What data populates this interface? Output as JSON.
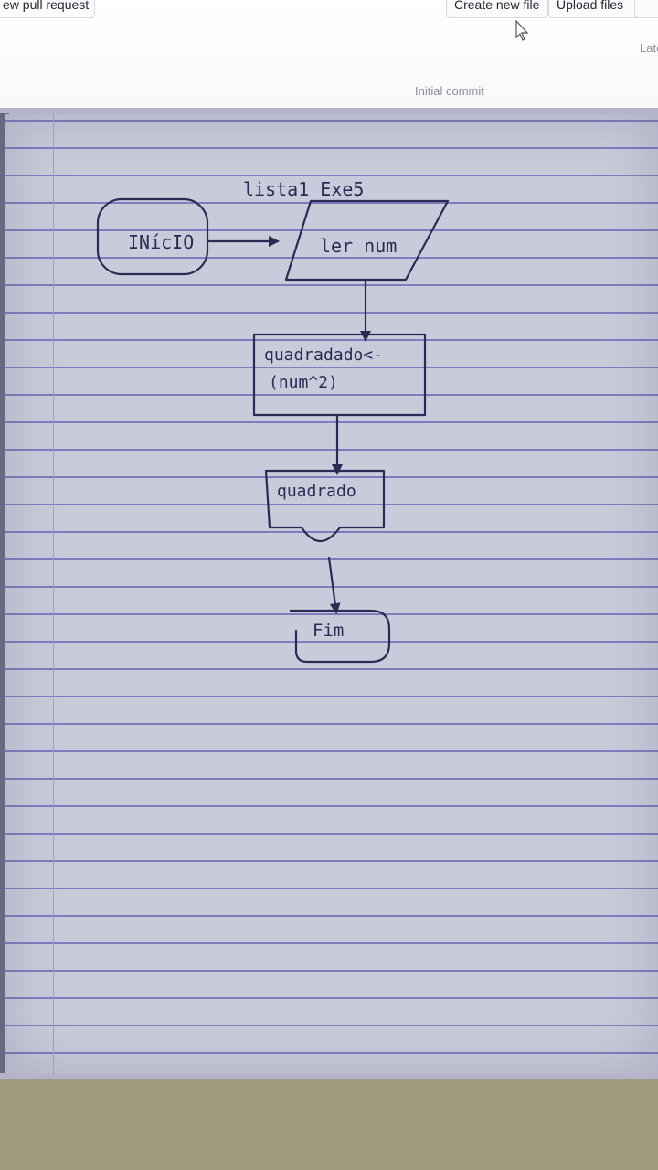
{
  "github": {
    "new_pull_request": "ew pull request",
    "create_new_file": "Create new file",
    "upload_files": "Upload files",
    "latest": "Late",
    "commit_message": "Initial commit"
  },
  "diagram": {
    "title": "lista1 Exe5",
    "start": "INícIO",
    "input": "ler num",
    "process_line1": "quadradado<-",
    "process_line2": "(num^2)",
    "output": "quadrado",
    "end": "Fim"
  },
  "colors": {
    "ink": "#2b2a55",
    "paper": "#c9cbdb",
    "rule_line": "#7b7dbd",
    "margin_line": "#c98f9a"
  }
}
